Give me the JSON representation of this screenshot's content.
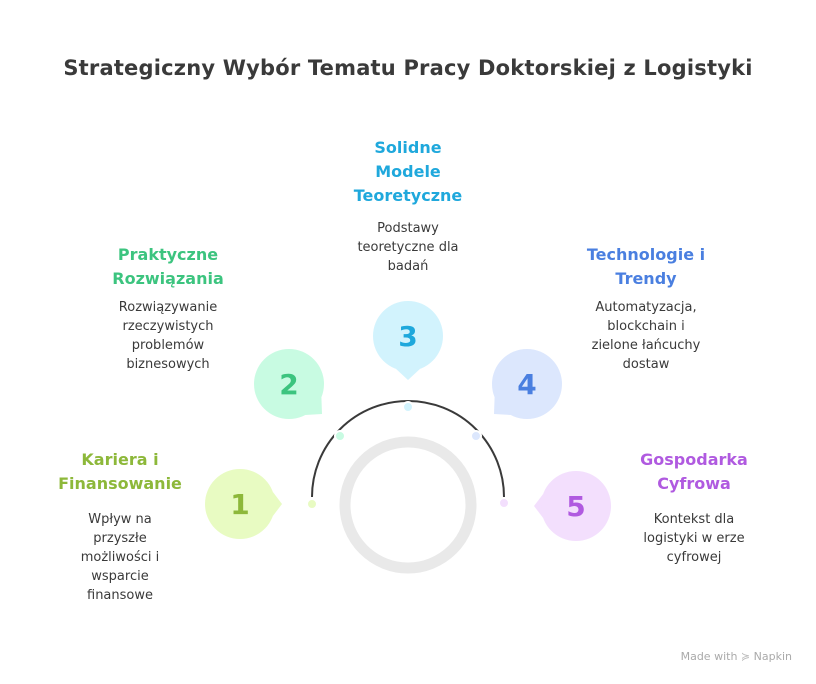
{
  "title": "Strategiczny Wybór Tematu Pracy Doktorskiej z Logistyki",
  "items": [
    {
      "num": "1",
      "title_lines": [
        "Kariera i",
        "Finansowanie"
      ],
      "desc_lines": [
        "Wpływ na",
        "przyszłe",
        "możliwości i",
        "wsparcie",
        "finansowe"
      ],
      "color": "#8db83a",
      "fill": "#e8fbc2"
    },
    {
      "num": "2",
      "title_lines": [
        "Praktyczne",
        "Rozwiązania"
      ],
      "desc_lines": [
        "Rozwiązywanie",
        "rzeczywistych",
        "problemów",
        "biznesowych"
      ],
      "color": "#3cc47f",
      "fill": "#c8fbe2"
    },
    {
      "num": "3",
      "title_lines": [
        "Solidne",
        "Modele",
        "Teoretyczne"
      ],
      "desc_lines": [
        "Podstawy",
        "teoretyczne dla",
        "badań"
      ],
      "color": "#1fa8dc",
      "fill": "#d2f3fd"
    },
    {
      "num": "4",
      "title_lines": [
        "Technologie i",
        "Trendy"
      ],
      "desc_lines": [
        "Automatyzacja,",
        "blockchain i",
        "zielone łańcuchy",
        "dostaw"
      ],
      "color": "#4a7fe0",
      "fill": "#dce7fd"
    },
    {
      "num": "5",
      "title_lines": [
        "Gospodarka",
        "Cyfrowa"
      ],
      "desc_lines": [
        "Kontekst dla",
        "logistyki w erze",
        "cyfrowej"
      ],
      "color": "#b05ae0",
      "fill": "#f3dffd"
    }
  ],
  "footer": {
    "made_with": "Made with",
    "brand": "Napkin"
  }
}
